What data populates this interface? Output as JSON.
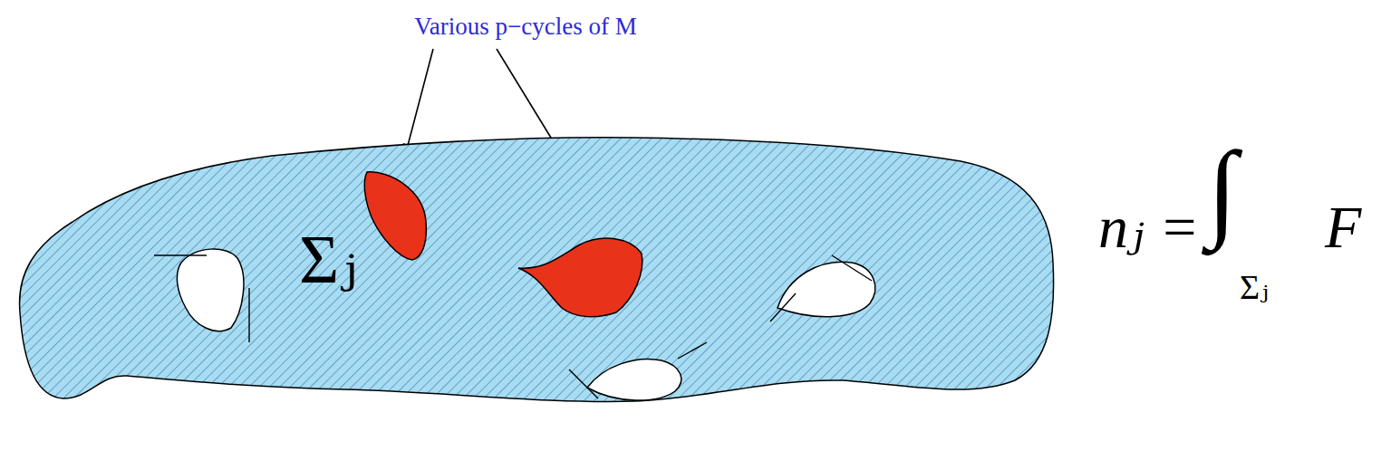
{
  "diagram": {
    "nodes": [
      {
        "text": [
          "Σⱼ"
        ]
      }
    ],
    "labels": [
      "Various p−cycles of M",
      "nⱼ =",
      "∫",
      "Σⱼ",
      "F"
    ]
  }
}
